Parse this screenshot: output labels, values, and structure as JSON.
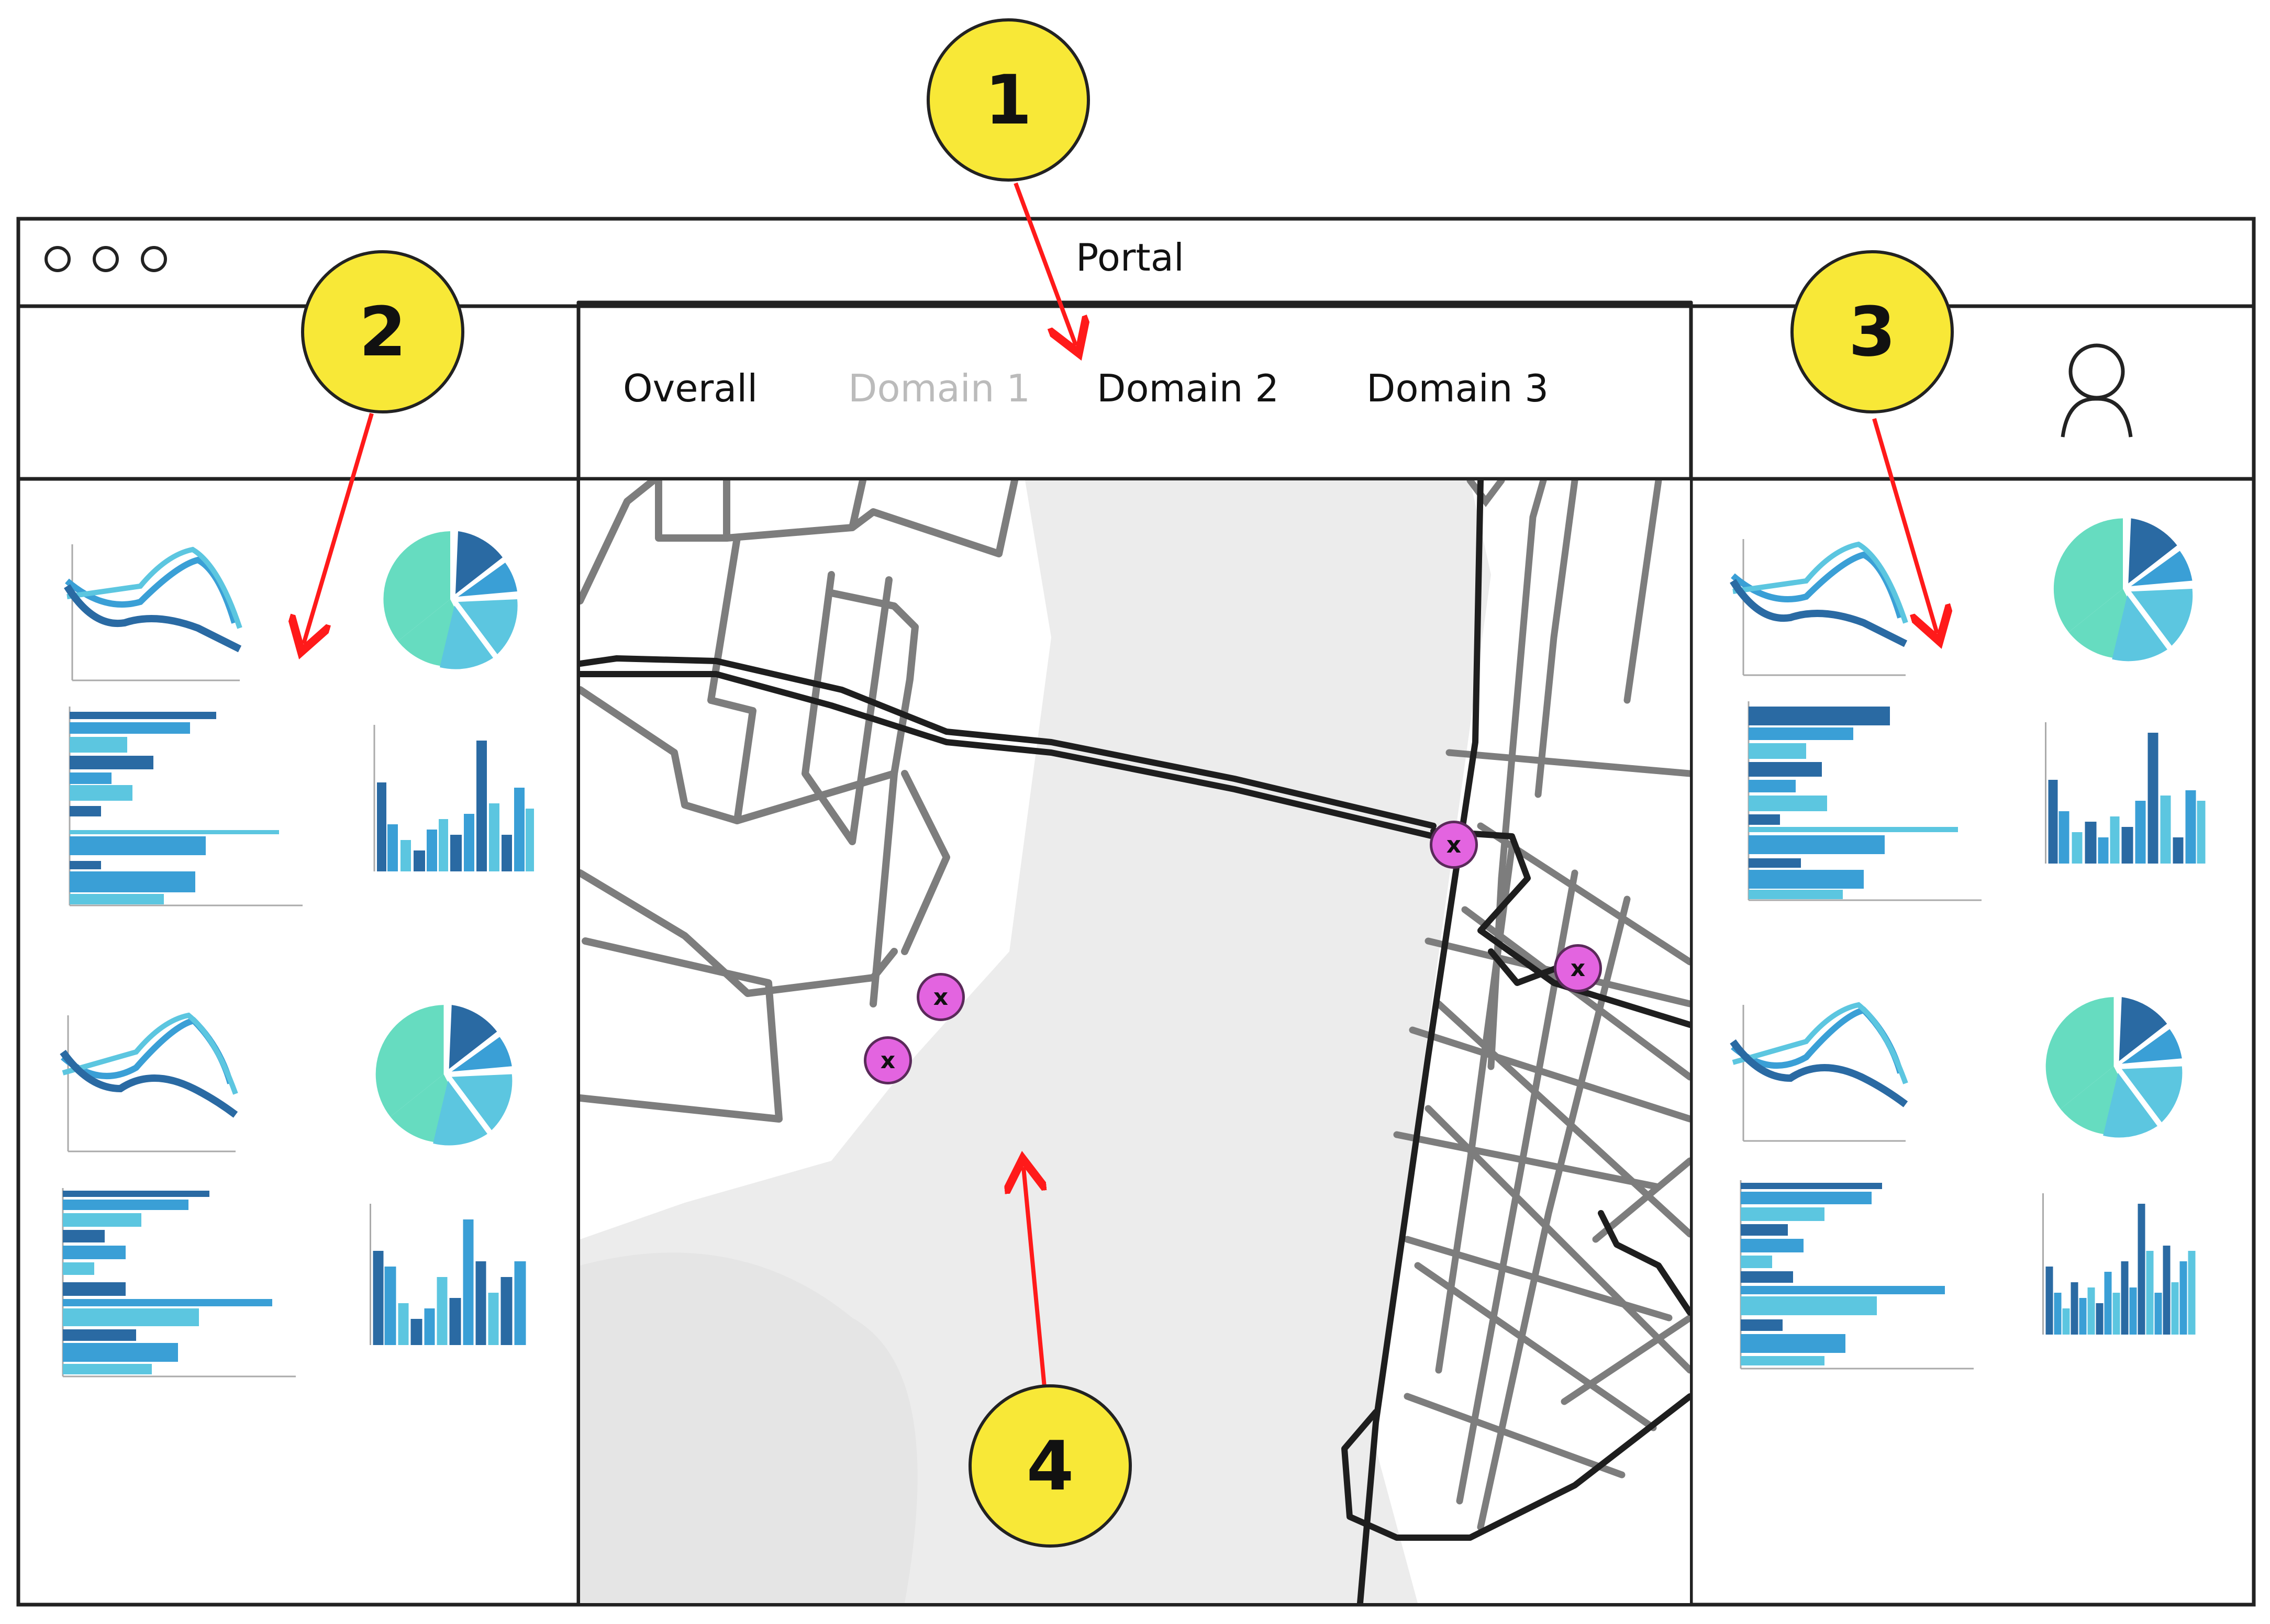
{
  "window": {
    "title": "Portal",
    "controls": [
      "window-dot",
      "window-dot",
      "window-dot"
    ]
  },
  "tabs": [
    {
      "label": "Overall",
      "state": "normal"
    },
    {
      "label": "Domain 1",
      "state": "disabled"
    },
    {
      "label": "Domain 2",
      "state": "normal"
    },
    {
      "label": "Domain 3",
      "state": "normal"
    }
  ],
  "header": {
    "user_icon": "user-icon"
  },
  "callouts": [
    "1",
    "2",
    "3",
    "4"
  ],
  "map": {
    "markers": [
      {
        "label": "x"
      },
      {
        "label": "x"
      },
      {
        "label": "x"
      },
      {
        "label": "x"
      }
    ]
  },
  "colors": {
    "callout_fill": "#f8e837",
    "arrow": "#ff1a1a",
    "marker_fill": "#e364e0",
    "water": "#efefef",
    "chart_dark": "#2a6aa3",
    "chart_mid": "#3a9fd6",
    "chart_light": "#5cc6e0",
    "chart_mint": "#66dcc0"
  }
}
